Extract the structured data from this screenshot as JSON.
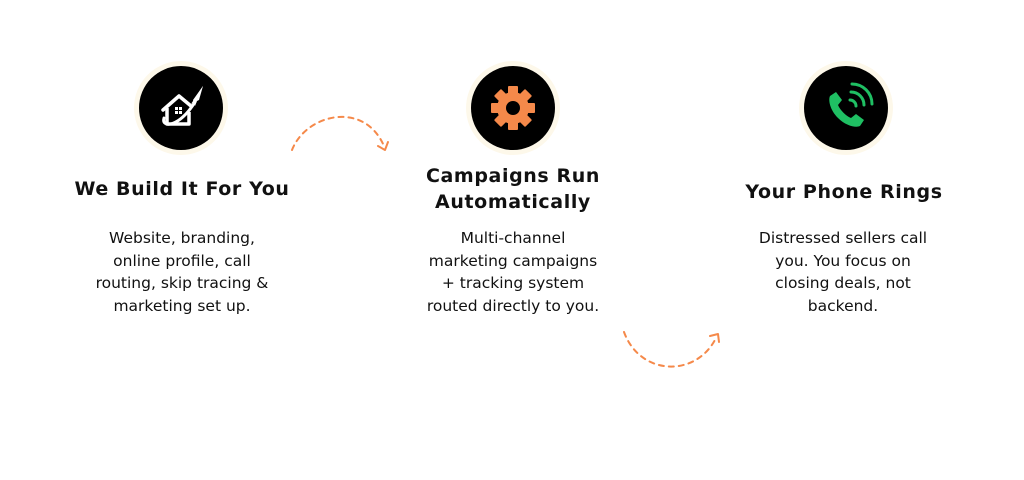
{
  "steps": [
    {
      "icon": "house-rocket-icon",
      "title": "We Build It For You",
      "description_lines": [
        "Website, branding,",
        "online profile, call",
        "routing, skip tracing &",
        "marketing set up."
      ]
    },
    {
      "icon": "gear-icon",
      "title_lines": [
        "Campaigns Run",
        "Automatically"
      ],
      "description_lines": [
        "Multi-channel",
        "marketing campaigns",
        "+ tracking system",
        "routed directly to you."
      ]
    },
    {
      "icon": "phone-ringing-icon",
      "title": "Your Phone Rings",
      "description_lines": [
        "Distressed sellers call",
        "you. You focus on",
        "closing deals, not",
        "backend."
      ]
    }
  ],
  "colors": {
    "accent_orange": "#f5894a",
    "phone_green": "#1fbf63",
    "icon_bg": "#000000",
    "icon_halo": "#fdf8ea"
  }
}
